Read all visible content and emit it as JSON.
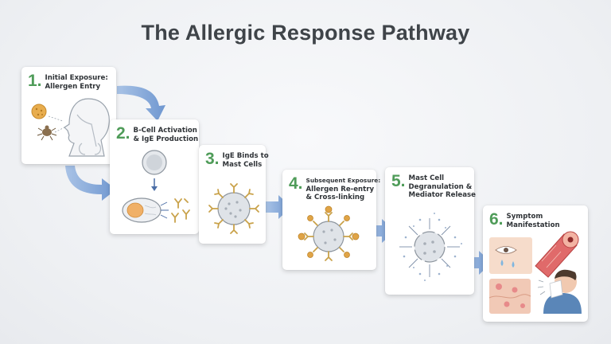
{
  "title": "The Allergic Response Pathway",
  "steps": [
    {
      "number": "1.",
      "line1": "Initial Exposure:",
      "line2": "Allergen Entry"
    },
    {
      "number": "2.",
      "line1": "B-Cell Activation",
      "line2": "& IgE Production"
    },
    {
      "number": "3.",
      "line1": "IgE Binds to",
      "line2": "Mast Cells"
    },
    {
      "number": "4.",
      "line1": "Subsequent Exposure:",
      "line2": "Allergen Re-entry",
      "line3": "& Cross-linking"
    },
    {
      "number": "5.",
      "line1": "Mast Cell",
      "line2": "Degranulation &",
      "line3": "Mediator Release"
    },
    {
      "number": "6.",
      "line1": "Symptom",
      "line2": "Manifestation"
    }
  ],
  "colors": {
    "step_number": "#4f9c59",
    "arrow": "#7ea3d6",
    "title": "#3f4449",
    "allergen": "#e0a446",
    "antibody": "#c9a24a",
    "mast_cell": "#dfe3e8"
  }
}
